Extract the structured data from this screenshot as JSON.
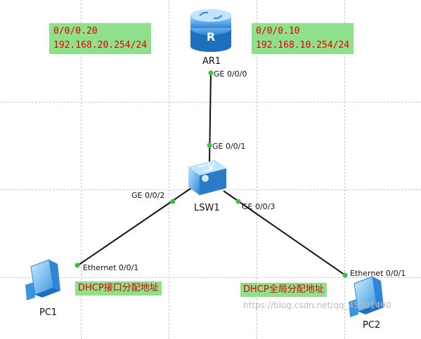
{
  "devices": {
    "router": {
      "label": "AR1"
    },
    "switch": {
      "label": "LSW1"
    },
    "pc1": {
      "label": "PC1"
    },
    "pc2": {
      "label": "PC2"
    }
  },
  "ports": {
    "ar1_ge000": "GE 0/0/0",
    "lsw1_ge001": "GE 0/0/1",
    "lsw1_ge002": "GE 0/0/2",
    "lsw1_ge003": "GE 0/0/3",
    "pc1_eth": "Ethernet 0/0/1",
    "pc2_eth": "Ethernet 0/0/1"
  },
  "notes": {
    "left_sub": "0/0/0.20",
    "left_ip": "192.168.20.254/24",
    "right_sub": "0/0/0.10",
    "right_ip": "192.168.10.254/24",
    "pc1_dhcp": "DHCP接口分配地址",
    "pc2_dhcp": "DHCP全局分配地址"
  },
  "watermark": "https://blog.csdn.net/qq_45301490",
  "colors": {
    "note_bg": "#8fe08a",
    "note_text": "#e00000",
    "port_dot": "#3cc23c",
    "link": "#111111",
    "device_blue": "#3aa0e8"
  }
}
